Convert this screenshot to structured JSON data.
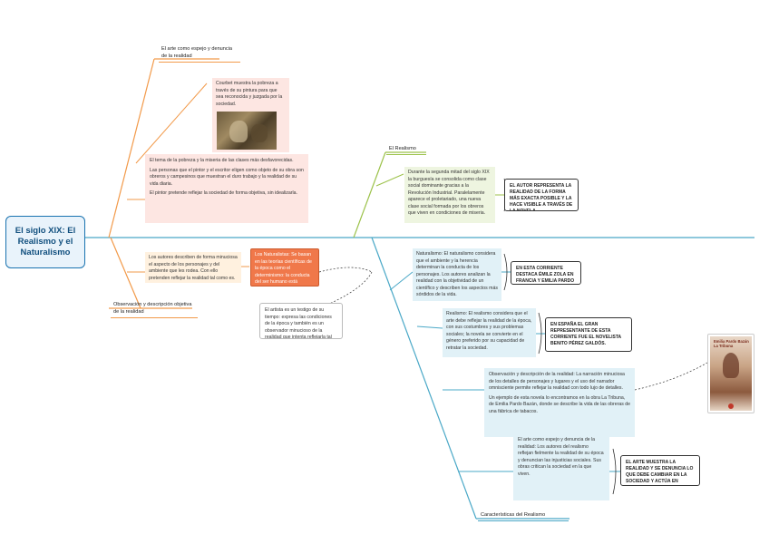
{
  "central": {
    "title": "El siglo XIX: El Realismo y el Naturalismo"
  },
  "branches": {
    "arte_espejo": {
      "label": "El arte como espejo y denuncia de la realidad",
      "painting_caption": "Courbet muestra la pobreza a través de su pintura para que sea reconocida y juzgada por la sociedad.",
      "text": [
        "El tema de la pobreza y la miseria de las clases más desfavorecidas.",
        "Las personas que el pintor y el escritor eligen como objeto de su obra son obreros y campesinos que muestran el duro trabajo y la realidad de su vida diaria.",
        "El pintor pretende reflejar la sociedad de forma objetiva, sin idealizarla."
      ]
    },
    "realismo": {
      "label": "El Realismo",
      "text": "Durante la segunda mitad del siglo XIX la burguesía se consolida como clase social dominante gracias a la Revolución Industrial. Paralelamente aparece el proletariado, una nueva clase social formada por los obreros que viven en condiciones de miseria.",
      "note": "EL AUTOR REPRESENTA LA REALIDAD DE LA FORMA MÁS EXACTA POSIBLE Y LA HACE VISIBLE A TRAVÉS DE LA NOVELA."
    },
    "observacion": {
      "label": "Observación y descripción objetiva de la realidad",
      "text": "Los autores describen de forma minuciosa el aspecto de los personajes y del ambiente que les rodea. Con ello pretenden reflejar la realidad tal como es.",
      "highlight": "Los Naturalistas: Se basan en las teorías científicas de la época como el determinismo: la conducta del ser humano está condicionada por la herencia y el medio social.",
      "bottom": "El artista es un testigo de su tiempo: expresa las condiciones de la época y también es un observador minucioso de la realidad que intenta reflejarla tal como es."
    },
    "caracteristicas": {
      "label": "Características del Realismo",
      "naturalismo": {
        "text": "Naturalismo: El naturalismo considera que el ambiente y la herencia determinan la conducta de los personajes. Los autores analizan la realidad con la objetividad de un científico y describen los aspectos más sórdidos de la vida.",
        "note": "EN ESTA CORRIENTE DESTACA ÉMILE ZOLA EN FRANCIA Y EMILIA PARDO BAZÁN EN ESPAÑA."
      },
      "realismo_def": {
        "text": "Realismo: El realismo considera que el arte debe reflejar la realidad de la época, con sus costumbres y sus problemas sociales; la novela se convierte en el género preferido por su capacidad de retratar la sociedad.",
        "note": "EN ESPAÑA EL GRAN REPRESENTANTE DE ESTA CORRIENTE FUE EL NOVELISTA BENITO PÉREZ GALDÓS."
      },
      "observacion_detalle": {
        "text1": "Observación y descripción de la realidad: La narración minuciosa de los detalles de personajes y lugares y el uso del narrador omnisciente permite reflejar la realidad con todo lujo de detalles.",
        "text2": "Un ejemplo de esta novela lo encontramos en la obra La Tribuna, de Emilia Pardo Bazán, donde se describe la vida de las obreras de una fábrica de tabacos."
      },
      "arte_denuncia": {
        "text": "El arte como espejo y denuncia de la realidad: Los autores del realismo reflejan fielmente la realidad de su época y denuncian las injusticias sociales. Sus obras critican la sociedad en la que viven.",
        "note": "EL ARTE MUESTRA LA REALIDAD Y SE DENUNCIA LO QUE DEBE CAMBIAR EN LA SOCIEDAD Y ACTÚA EN CONSECUENCIA."
      },
      "book": {
        "title": "Emilia Pardo Bazán La Tribuna"
      }
    }
  }
}
